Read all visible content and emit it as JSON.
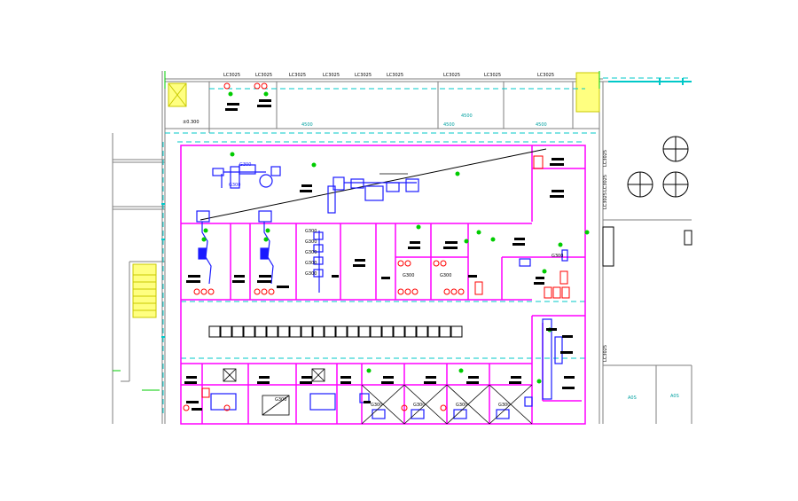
{
  "drawing": {
    "labels": {
      "top_corridor_left": "LC3025",
      "top_corridor_mid": "LC3025",
      "top_corridor_right": "LC3025",
      "top_dim_a": "LC3025",
      "top_dim_b": "LC3025",
      "top_dim_c": "LC3025",
      "top_dim_d": "LC3025",
      "top_dim_e": "LC3025",
      "top_dim_f": "LC3025",
      "room_note_a": "4500",
      "room_note_b": "4500",
      "room_note_c": "4500",
      "room_note_d": "4500",
      "elev_mark": "±0.300",
      "right_mark_a": "LC3025",
      "right_mark_b": "LC3025",
      "right_mark_c": "LC3025",
      "right_mark_d": "LC3025",
      "right_area_label_a": "A0S",
      "right_area_label_b": "A0S",
      "eq_tag_a": "G300",
      "eq_tag_b": "G300",
      "eq_tag_c": "G300",
      "eq_tag_d": "G300",
      "eq_tag_e": "G300",
      "eq_tag_f": "G300",
      "eq_tag_g": "G300",
      "eq_tag_h": "G300",
      "eq_tag_i": "G300",
      "eq_tag_j": "G300",
      "eq_tag_k": "G300",
      "eq_tag_l": "G300",
      "eq_tag_m": "G300",
      "eq_tag_n": "G300",
      "eq_tag_o": "G300"
    },
    "colors": {
      "wall_magenta": "#ff00ff",
      "dash_cyan": "#00c8c8",
      "equipment_blue": "#1a1aff",
      "mark_red": "#ff0000",
      "mark_green": "#00cc00",
      "wall_gray": "#7f7f7f",
      "block_black": "#000000",
      "stair_yellow": "#ffff80"
    }
  }
}
